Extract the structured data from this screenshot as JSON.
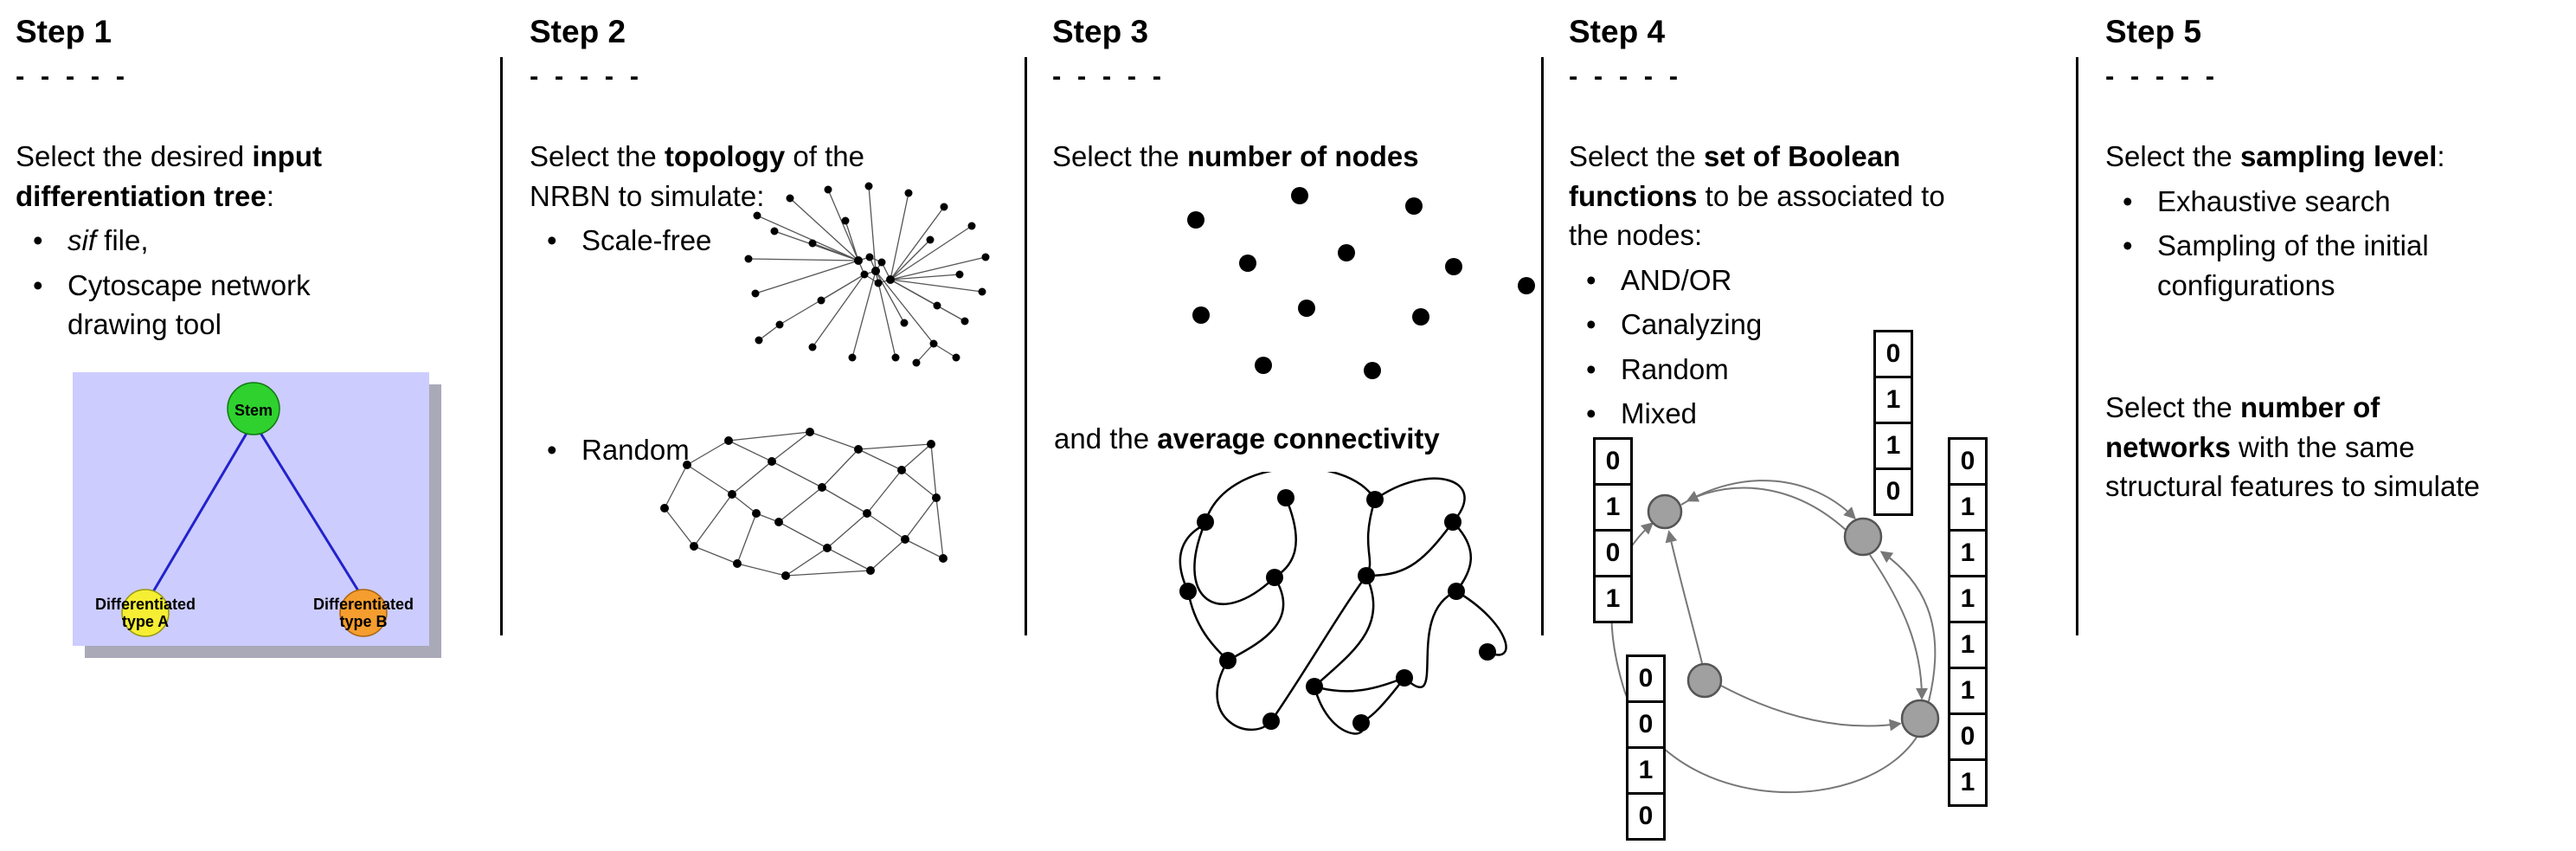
{
  "figure": {
    "steps": [
      {
        "title": "Step 1",
        "dashes": "- - - - -",
        "intro": [
          {
            "t": "Select the desired "
          },
          {
            "t": "input",
            "b": true
          },
          {
            "br": true
          },
          {
            "t": "differentiation tree",
            "b": true
          },
          {
            "t": ":"
          }
        ],
        "bullets": [
          [
            {
              "t": "sif",
              "i": true
            },
            {
              "t": " file,"
            }
          ],
          [
            {
              "t": "Cytoscape network"
            },
            {
              "br": true
            },
            {
              "t": "drawing tool"
            }
          ]
        ],
        "tree": {
          "root_label": "Stem",
          "left_label_line1": "Differentiated",
          "left_label_line2": "type A",
          "right_label_line1": "Differentiated",
          "right_label_line2": "type B",
          "colors": {
            "background": "#ccccff",
            "shadow": "#a9a9b8",
            "root": "#2ed12e",
            "left": "#f5ee33",
            "right": "#f59d2e",
            "edge": "#2222cc"
          }
        }
      },
      {
        "title": "Step 2",
        "dashes": "- - - - -",
        "intro": [
          {
            "t": "Select the "
          },
          {
            "t": "topology",
            "b": true
          },
          {
            "t": " of the"
          },
          {
            "br": true
          },
          {
            "t": "NRBN to simulate:"
          }
        ],
        "bullets": [
          [
            {
              "t": "Scale-free"
            }
          ],
          [
            {
              "t": "Random"
            }
          ]
        ]
      },
      {
        "title": "Step 3",
        "dashes": "- - - - -",
        "intro": [
          {
            "t": "Select the "
          },
          {
            "t": "number of nodes",
            "b": true
          }
        ],
        "connectivity_text": [
          {
            "t": "and the "
          },
          {
            "t": "average connectivity",
            "b": true
          }
        ]
      },
      {
        "title": "Step 4",
        "dashes": "- - - - -",
        "intro": [
          {
            "t": "Select the "
          },
          {
            "t": "set of Boolean",
            "b": true
          },
          {
            "br": true
          },
          {
            "t": "functions",
            "b": true
          },
          {
            "t": " to be associated to"
          },
          {
            "br": true
          },
          {
            "t": "the nodes:"
          }
        ],
        "bullets": [
          [
            {
              "t": "AND/OR"
            }
          ],
          [
            {
              "t": "Canalyzing"
            }
          ],
          [
            {
              "t": "Random"
            }
          ],
          [
            {
              "t": "Mixed"
            }
          ]
        ],
        "truth_tables": {
          "left": [
            "0",
            "1",
            "0",
            "1"
          ],
          "top": [
            "0",
            "1",
            "1",
            "0"
          ],
          "bottom": [
            "0",
            "0",
            "1",
            "0"
          ],
          "right": [
            "0",
            "1",
            "1",
            "1",
            "1",
            "1",
            "0",
            "1"
          ]
        }
      },
      {
        "title": "Step 5",
        "dashes": "- - - - -",
        "intro": [
          {
            "t": "Select the "
          },
          {
            "t": "sampling level",
            "b": true
          },
          {
            "t": ":"
          }
        ],
        "bullets": [
          [
            {
              "t": "Exhaustive search"
            }
          ],
          [
            {
              "t": "Sampling of the initial"
            },
            {
              "br": true
            },
            {
              "t": "configurations"
            }
          ]
        ],
        "second_text": [
          {
            "t": "Select the "
          },
          {
            "t": "number of",
            "b": true
          },
          {
            "br": true
          },
          {
            "t": "networks",
            "b": true
          },
          {
            "t": " with the same"
          },
          {
            "br": true
          },
          {
            "t": "structural features to simulate"
          }
        ]
      }
    ]
  }
}
